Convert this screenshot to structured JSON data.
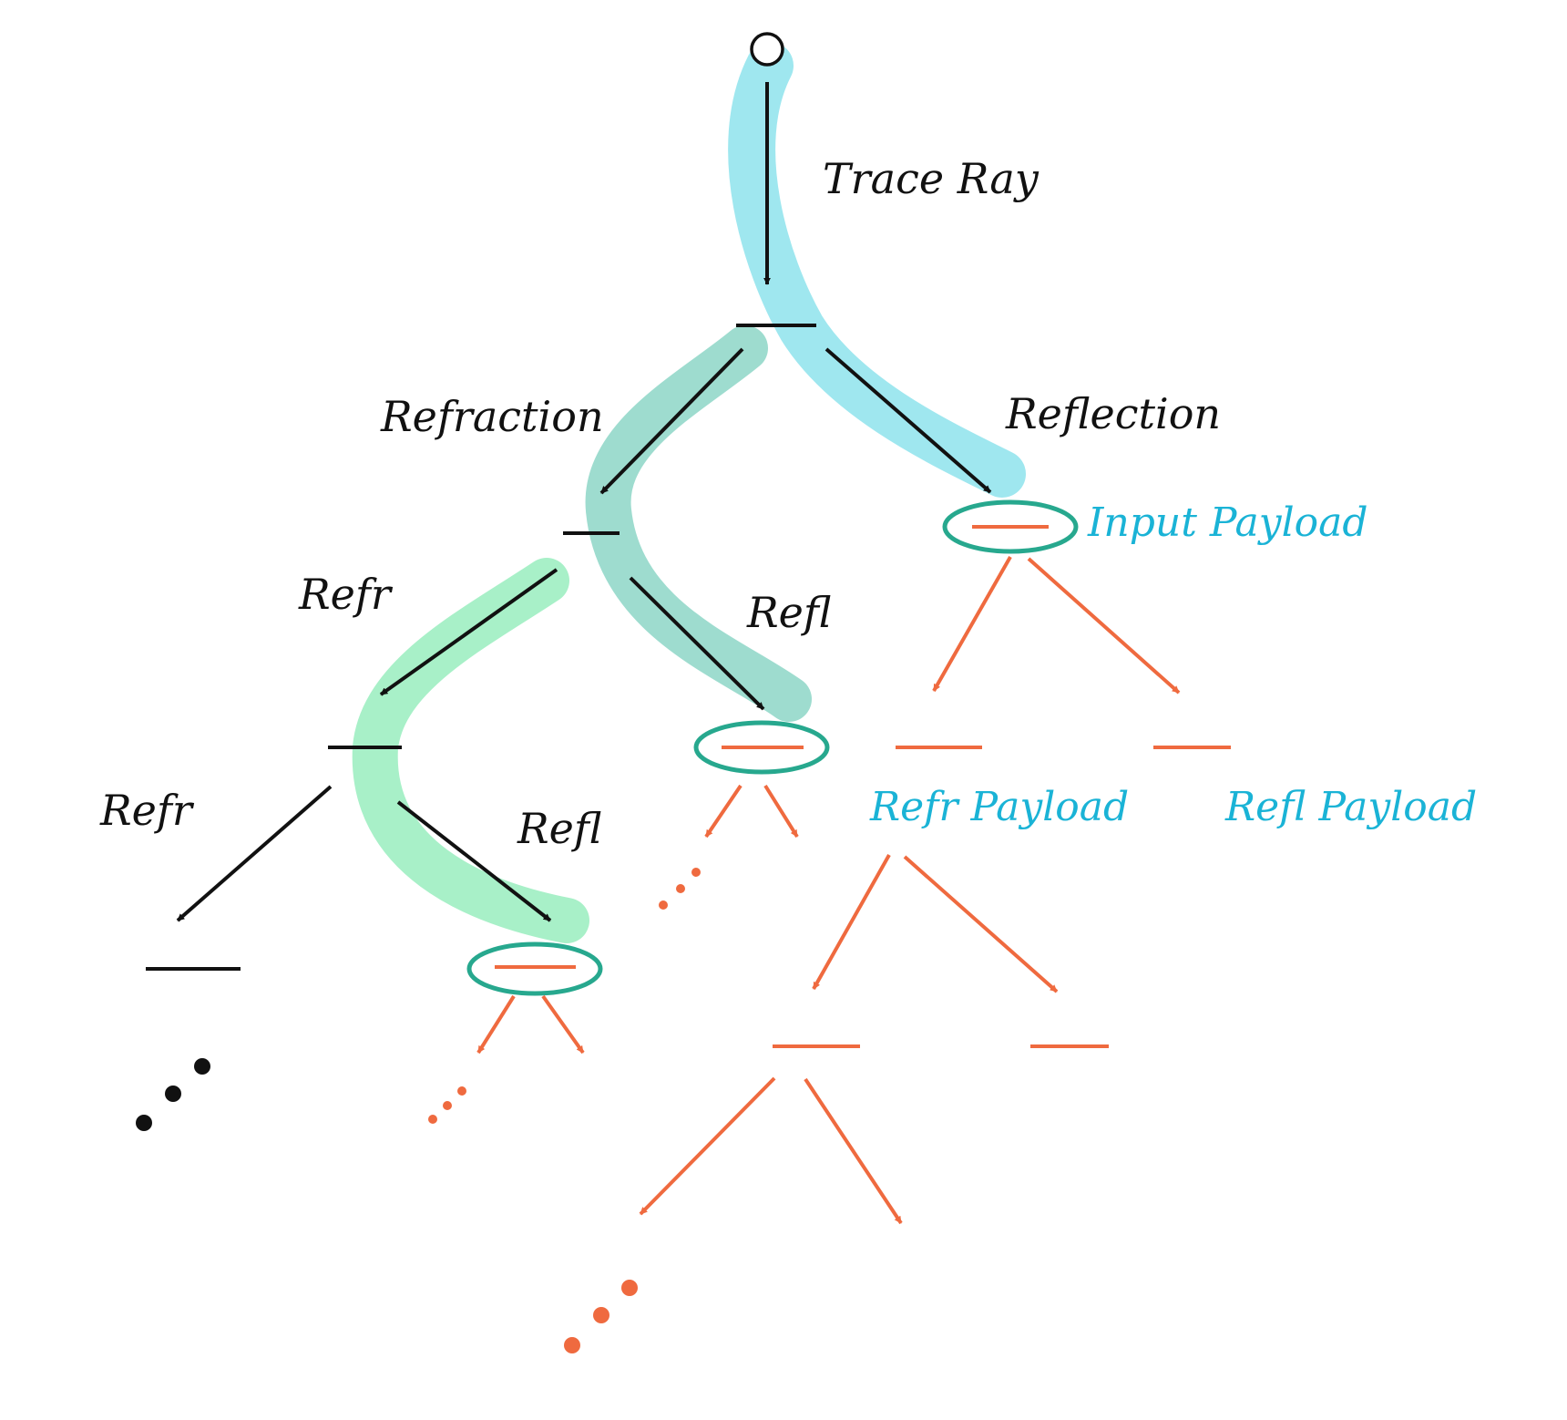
{
  "labels": {
    "trace_ray": "Trace Ray",
    "refraction": "Refraction",
    "reflection": "Reflection",
    "refr_level2": "Refr",
    "refl_level2": "Refl",
    "refr_level3": "Refr",
    "refl_level3": "Refl",
    "input_payload": "Input Payload",
    "refr_payload": "Refr Payload",
    "refl_payload": "Refl Payload"
  },
  "colors": {
    "ink": "#111111",
    "orange": "#ef6a3f",
    "ring": "#27a88e",
    "cyan_text": "#1ab3d6",
    "highlight_cyan": "#9fe7ef",
    "highlight_teal": "#9edccf",
    "highlight_green": "#a8f0c8"
  }
}
